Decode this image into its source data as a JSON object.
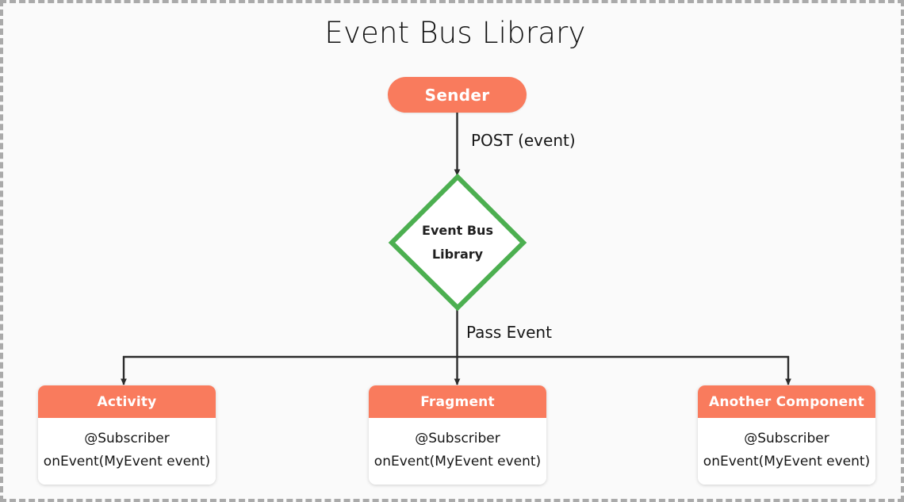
{
  "diagram": {
    "title": "Event Bus Library",
    "background_color": "#fafafa",
    "border_color": "#aaaaaa",
    "accent_color": "#f97b5d",
    "bus_color": "#4caf50",
    "connector_color": "#2b2b2b"
  },
  "sender": {
    "label": "Sender",
    "color": "#f97b5d"
  },
  "event_bus": {
    "line1": "Event Bus",
    "line2": "Library",
    "border_color": "#4caf50",
    "fill_color": "#ffffff"
  },
  "edges": [
    {
      "label": "POST (event)",
      "from": "sender",
      "to": "event-bus"
    },
    {
      "label": "Pass Event",
      "from": "event-bus",
      "to": "subscribers"
    }
  ],
  "edge_labels": {
    "post": "POST (event)",
    "pass": "Pass Event"
  },
  "subscribers": [
    {
      "title": "Activity",
      "annotation": "@Subscriber",
      "method": "onEvent(MyEvent event)"
    },
    {
      "title": "Fragment",
      "annotation": "@Subscriber",
      "method": "onEvent(MyEvent event)"
    },
    {
      "title": "Another Component",
      "annotation": "@Subscriber",
      "method": "onEvent(MyEvent event)"
    }
  ]
}
